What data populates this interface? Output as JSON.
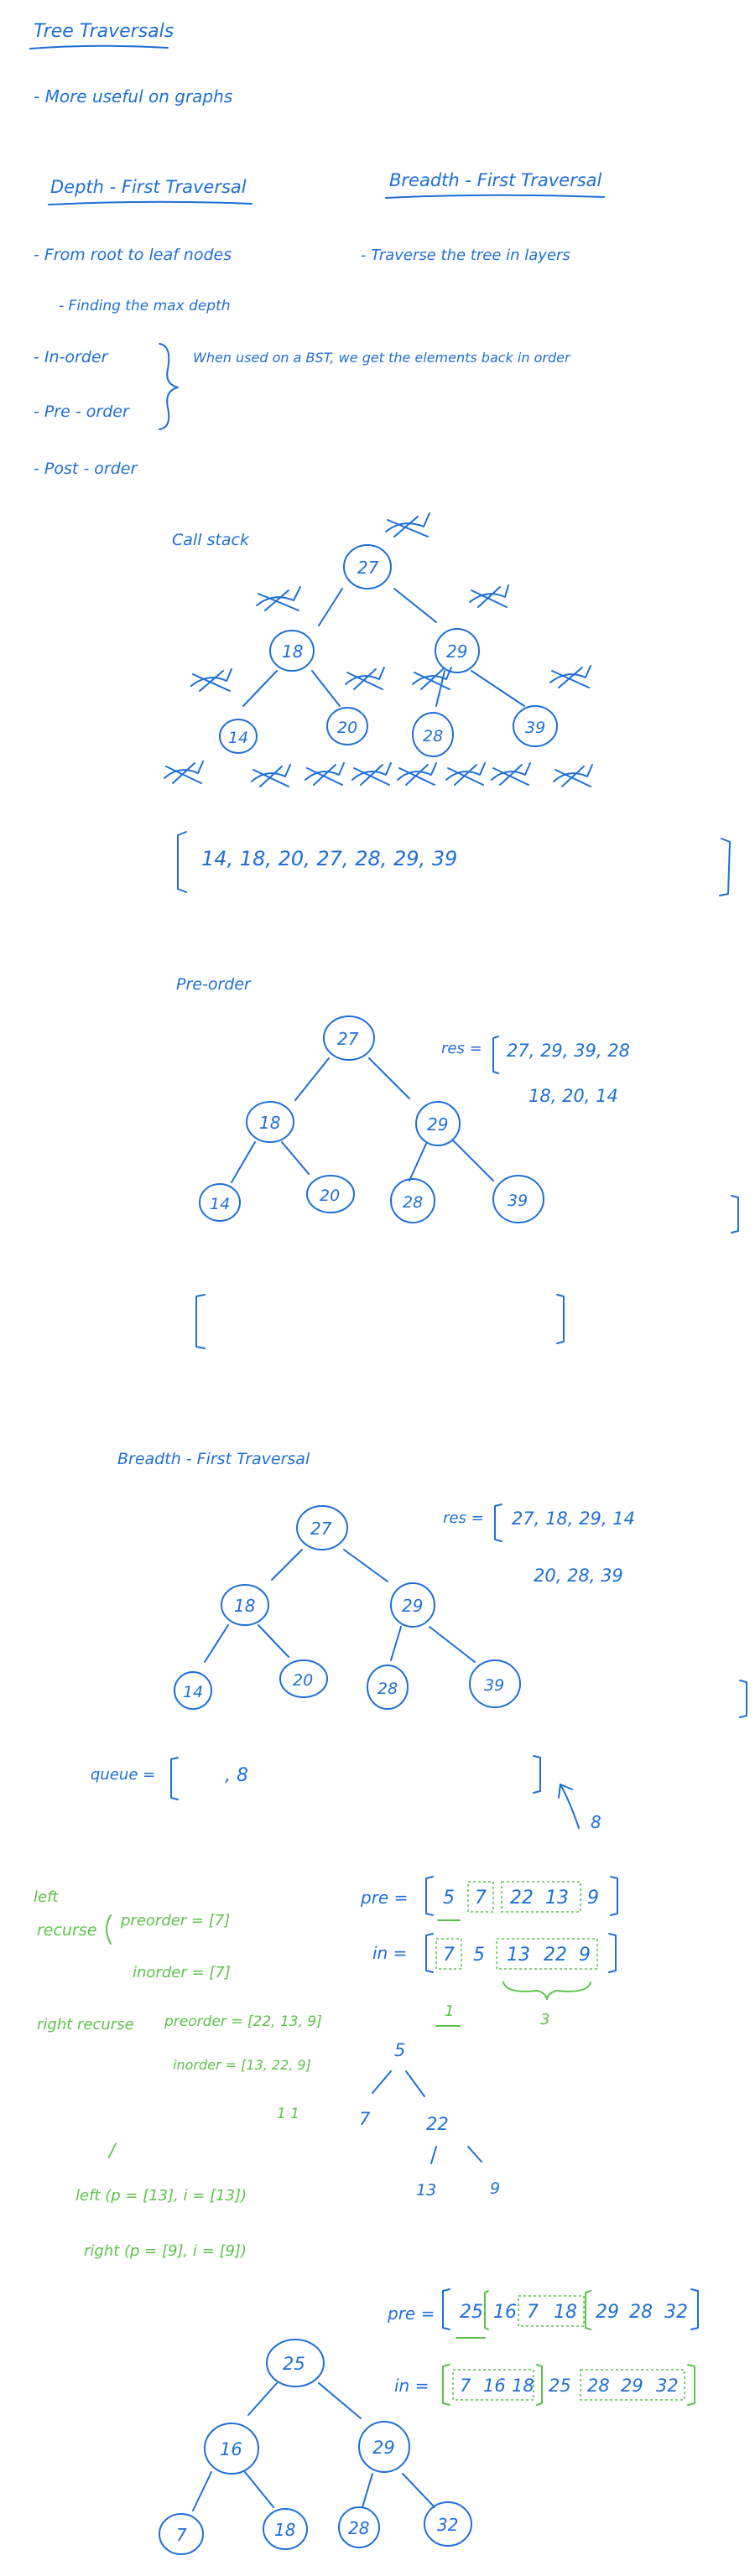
{
  "title": "Tree Traversals",
  "intro_note": "- More useful on graphs",
  "dfs": {
    "heading": "Depth - First Traversal",
    "lines": [
      "- From root to leaf nodes",
      "- Finding the max depth",
      "- In-order",
      "- Pre - order",
      "- Post - order"
    ],
    "bst_note": "When used on a BST, we get the elements back in order"
  },
  "bfs": {
    "heading": "Breadth - First Traversal",
    "line": "- Traverse the tree in layers"
  },
  "call_stack": {
    "label": "Call stack",
    "tree": {
      "root": "27",
      "left": "18",
      "right": "29",
      "ll": "14",
      "lr": "20",
      "rl": "28",
      "rr": "39"
    },
    "result": "14, 18, 20, 27, 28, 29, 39"
  },
  "preorder": {
    "label": "Pre-order",
    "tree": {
      "root": "27",
      "left": "18",
      "right": "29",
      "ll": "14",
      "lr": "20",
      "rl": "28",
      "rr": "39"
    },
    "res_label": "res =",
    "res_line1": "27, 29, 39, 28",
    "res_line2": "18, 20, 14"
  },
  "breadth_first": {
    "label": "Breadth - First Traversal",
    "tree": {
      "root": "27",
      "left": "18",
      "right": "29",
      "ll": "14",
      "lr": "20",
      "rl": "28",
      "rr": "39"
    },
    "res_label": "res =",
    "res_line1": "27, 18, 29, 14",
    "res_line2": "20, 28, 39",
    "queue_label": "queue =",
    "queue_content": ", 8",
    "arrow_note": "8"
  },
  "build_tree": {
    "pre_label": "pre =",
    "pre_values": [
      "5",
      "7",
      "22",
      "13",
      "9"
    ],
    "in_label": "in =",
    "in_values": [
      "7",
      "5",
      "13",
      "22",
      "9"
    ],
    "under1": "1",
    "under3": "3",
    "left_label": "left",
    "recurse_label": "recurse",
    "left_pre": "preorder = [7]",
    "left_in": "inorder = [7]",
    "right_recurse": "right recurse",
    "right_pre": "preorder = [22, 13, 9]",
    "right_in": "inorder = [13, 22, 9]",
    "under_ones": "1    1",
    "slash": "/",
    "left_call": "left (p = [13], i = [13])",
    "right_call": "right (p = [9], i = [9])",
    "tree": {
      "root": "5",
      "left": "7",
      "right": "22",
      "rl": "13",
      "rr": "9"
    }
  },
  "build_tree2": {
    "pre_label": "pre =",
    "pre_values": [
      "25",
      "16",
      "7",
      "18",
      "29",
      "28",
      "32"
    ],
    "in_label": "in =",
    "in_values": [
      "7",
      "16",
      "18",
      "25",
      "28",
      "29",
      "32"
    ],
    "tree": {
      "root": "25",
      "left": "16",
      "right": "29",
      "ll": "7",
      "lr": "18",
      "rl": "28",
      "rr": "32"
    }
  }
}
